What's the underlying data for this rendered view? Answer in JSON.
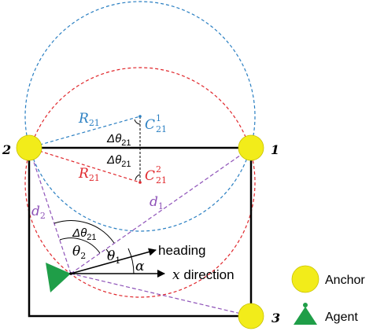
{
  "colors": {
    "blue": "#2a7fc2",
    "red": "#e0262b",
    "purple": "#8e52b8",
    "anchor": "#f2ec1a",
    "agent": "#1f9e48",
    "black": "#000000"
  },
  "anchors": {
    "a1": "1",
    "a2": "2",
    "a3": "3"
  },
  "labels": {
    "R21_top": {
      "sym": "R",
      "sub": "21"
    },
    "R21_bot": {
      "sym": "R",
      "sub": "21"
    },
    "C21_1": {
      "sym": "C",
      "sub": "21",
      "sup": "1"
    },
    "C21_2": {
      "sym": "C",
      "sub": "21",
      "sup": "2"
    },
    "dtheta_top": {
      "sym": "Δθ",
      "sub": "21"
    },
    "dtheta_mid": {
      "sym": "Δθ",
      "sub": "21"
    },
    "dtheta_low": {
      "sym": "Δθ",
      "sub": "21"
    },
    "d1": {
      "sym": "d",
      "sub": "1"
    },
    "d2": {
      "sym": "d",
      "sub": "2"
    },
    "theta1": {
      "sym": "θ",
      "sub": "1"
    },
    "theta2": {
      "sym": "θ",
      "sub": "2"
    },
    "alpha": "α",
    "heading": "heading",
    "x_sym": "x",
    "x_word": "direction"
  },
  "legend": {
    "anchor": "Anchor",
    "agent": "Agent"
  }
}
